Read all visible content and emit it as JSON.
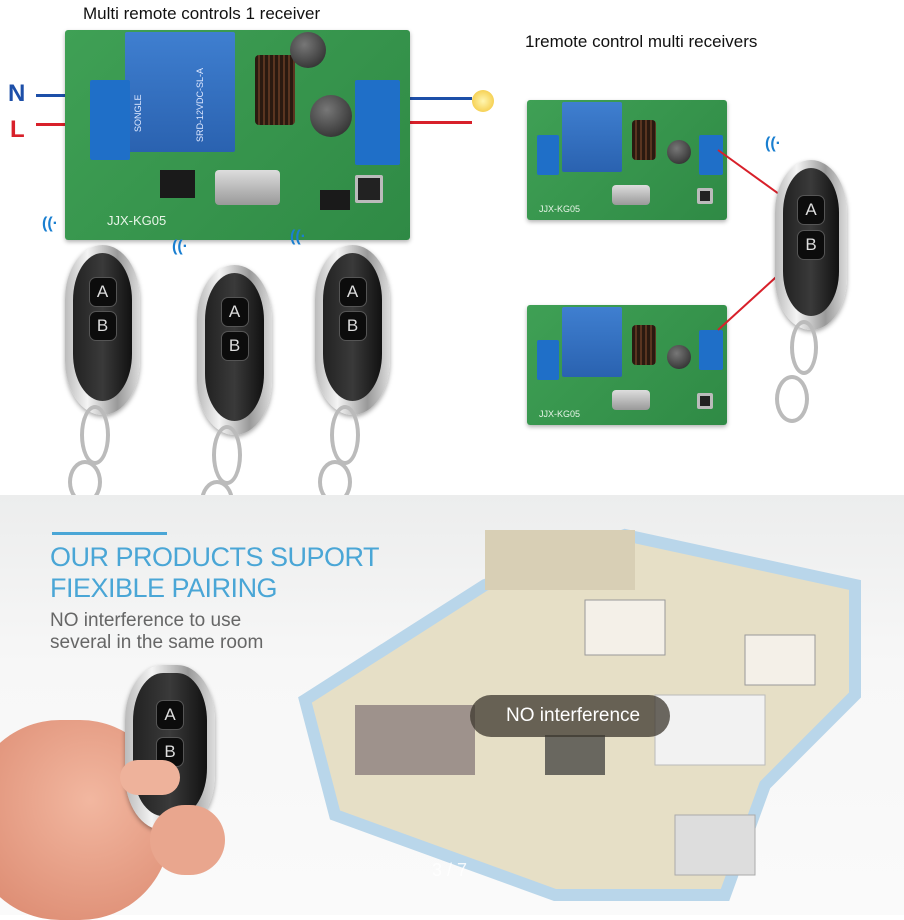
{
  "top_left": {
    "title": "Multi remote controls 1 receiver",
    "label_n": "N",
    "label_l": "L",
    "board_model": "JJX-KG05",
    "relay_brand": "SONGLE",
    "relay_model": "SRD-12VDC-SL-A"
  },
  "top_right": {
    "title": "1remote control multi receivers",
    "board_model": "JJX-KG05"
  },
  "remote": {
    "button_a": "A",
    "button_b": "B"
  },
  "promo": {
    "heading_line1": "OUR PRODUCTS SUPORT",
    "heading_line2": "FIEXIBLE PAIRING",
    "sub_line1": "NO interference to use",
    "sub_line2": "several in the same room",
    "badge": "NO interference"
  },
  "pager": {
    "text": "3 / 7",
    "current": 3,
    "total": 7
  },
  "colors": {
    "accent": "#4aa6d6",
    "wire_n": "#1d4fa8",
    "wire_l": "#d8202a",
    "board": "#3a9a50"
  }
}
